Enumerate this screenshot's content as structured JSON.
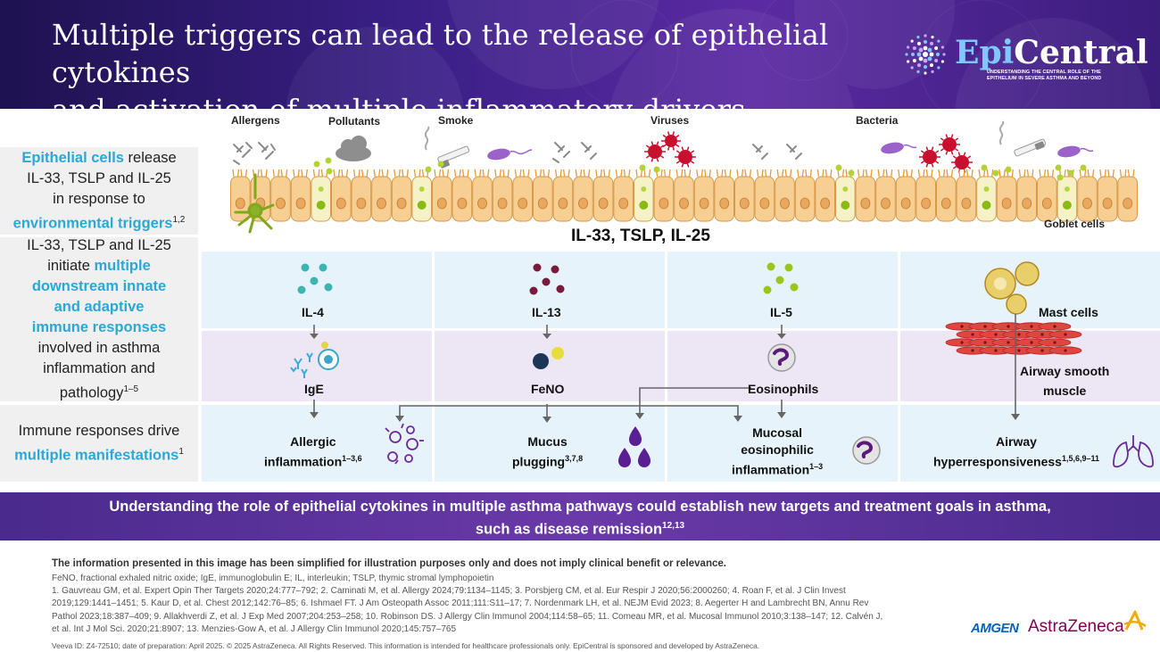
{
  "header": {
    "title_line1": "Multiple triggers can lead to the release of epithelial cytokines",
    "title_line2": "and activation of multiple inflammatory drivers",
    "logo_prefix": "Epi",
    "logo_suffix": "Central",
    "logo_tagline_line1": "UNDERSTANDING THE CENTRAL ROLE OF THE",
    "logo_tagline_line2": "EPITHELIUM IN SEVERE ASTHMA AND BEYOND"
  },
  "side": {
    "row1": {
      "hl1": "Epithelial cells",
      "t1": " release",
      "t2": "IL-33, TSLP and IL-25",
      "t3": "in response to",
      "hl2": "environmental triggers",
      "sup": "1,2"
    },
    "row2": {
      "t1": "IL-33, TSLP and IL-25",
      "t2": "initiate ",
      "hl1": "multiple",
      "hl2": "downstream innate",
      "hl3": "and adaptive",
      "hl4": "immune responses",
      "t3": "involved in asthma",
      "t4": "inflammation and",
      "t5": "pathology",
      "sup": "1–5"
    },
    "row3": {
      "t1": "Immune responses drive",
      "hl1": "multiple manifestations",
      "sup": "1"
    }
  },
  "triggers": {
    "allergens": "Allergens",
    "pollutants": "Pollutants",
    "smoke": "Smoke",
    "viruses": "Viruses",
    "bacteria": "Bacteria"
  },
  "goblet_cells": "Goblet cells",
  "cytokines": "IL-33, TSLP, IL-25",
  "grid": {
    "il4": "IL-4",
    "il13": "IL-13",
    "il5": "IL-5",
    "mast_cells": "Mast cells",
    "ige": "IgE",
    "feno": "FeNO",
    "eosinophils": "Eosinophils",
    "asm_line1": "Airway smooth",
    "asm_line2": "muscle",
    "allergic_line1": "Allergic",
    "allergic_line2": "inflammation",
    "allergic_sup": "1–3,6",
    "mucus_line1": "Mucus",
    "mucus_line2": "plugging",
    "mucus_sup": "3,7,8",
    "mucosal_line1": "Mucosal",
    "mucosal_line2": "eosinophilic",
    "mucosal_line3": "inflammation",
    "mucosal_sup": "1–3",
    "ahr_line1": "Airway",
    "ahr_line2": "hyperresponsiveness",
    "ahr_sup": "1,5,6,9–11"
  },
  "banner": {
    "line1": "Understanding the role of epithelial cytokines in multiple asthma pathways could establish new targets and treatment goals in asthma,",
    "line2": "such as disease remission",
    "sup": "12,13"
  },
  "footer": {
    "note": "The information presented in this image has been simplified for illustration purposes only and does not imply clinical benefit or relevance.",
    "abbreviations": "FeNO, fractional exhaled nitric oxide; IgE, immunoglobulin E; IL, interleukin; TSLP, thymic stromal lymphopoietin",
    "refs_line1": "1. Gauvreau GM, et al. Expert Opin Ther Targets 2020;24:777–792; 2. Caminati M, et al. Allergy 2024;79:1134–1145; 3. Porsbjerg CM, et al. Eur Respir J 2020;56:2000260; 4. Roan F, et al. J Clin Invest",
    "refs_line2": "2019;129:1441–1451; 5. Kaur D, et al. Chest 2012;142:76–85; 6. Ishmael FT. J Am Osteopath Assoc 2011;111:S11–17; 7. Nordenmark LH, et al. NEJM Evid 2023; 8. Aegerter H and Lambrecht BN, Annu Rev",
    "refs_line3": "Pathol 2023;18:387–409; 9. Allakhverdi Z, et al. J Exp Med 2007;204:253–258; 10. Robinson DS. J Allergy Clin Immunol 2004;114:58–65; 11. Comeau MR, et al. Mucosal Immunol 2010;3:138–147; 12. Calvén J,",
    "refs_line4": "et al. Int J Mol Sci. 2020;21:8907; 13. Menzies-Gow A, et al. J Allergy Clin Immunol 2020;145:757–765",
    "veeva": "Veeva ID: Z4-72510; date of preparation: April 2025. © 2025 AstraZeneca. All Rights Reserved. This information is intended for healthcare professionals only. EpiCentral is sponsored and developed by AstraZeneca.",
    "amgen": "AMGEN",
    "astrazeneca": "AstraZeneca"
  },
  "colors": {
    "header_dark": "#1e1250",
    "header_purple": "#5b2aa2",
    "highlight_blue": "#2ba8d6",
    "panel_blue": "#e6f3fb",
    "panel_purple": "#ede6f5",
    "banner_purple": "#5b3299",
    "virus_red": "#c8102e",
    "az_mulberry": "#830051",
    "amgen_blue": "#0063be"
  }
}
